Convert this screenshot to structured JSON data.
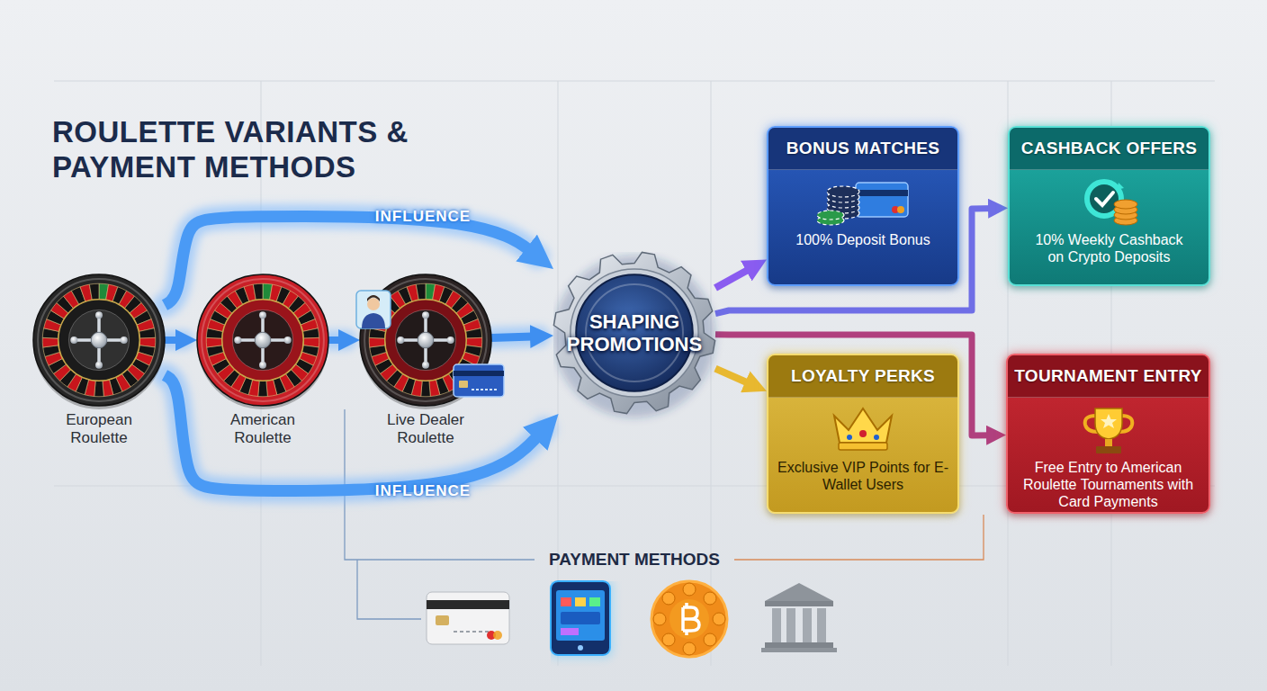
{
  "diagram": {
    "title": "ROULETTE VARIANTS & PAYMENT METHODS",
    "nodes": [
      {
        "text": [
          "European Roulette"
        ]
      },
      {
        "text": [
          "American Roulette"
        ]
      },
      {
        "text": [
          "Live Dealer Roulette"
        ]
      },
      {
        "text": [
          "SHAPING PROMOTIONS"
        ]
      },
      {
        "text": [
          "BONUS MATCHES",
          "100% Deposit Bonus"
        ]
      },
      {
        "text": [
          "CASHBACK OFFERS",
          "10% Weekly Cashback on Crypto Deposits"
        ]
      },
      {
        "text": [
          "LOYALTY PERKS",
          "Exclusive VIP Points for E-Wallet Users"
        ]
      },
      {
        "text": [
          "TOURNAMENT ENTRY",
          "Free Entry to American Roulette Tournaments with Card Payments"
        ]
      }
    ],
    "edges": [
      {
        "from": 0,
        "to": 1,
        "arrow": "to"
      },
      {
        "from": 1,
        "to": 2,
        "arrow": "to"
      },
      {
        "from": 2,
        "to": 3,
        "arrow": "to"
      },
      {
        "from": 0,
        "to": 3,
        "label": "INFLUENCE",
        "arrow": "to"
      },
      {
        "from": 0,
        "to": 3,
        "label": "INFLUENCE",
        "arrow": "to"
      },
      {
        "from": 3,
        "to": 4,
        "arrow": "to"
      },
      {
        "from": 3,
        "to": 5,
        "arrow": "to"
      },
      {
        "from": 3,
        "to": 6,
        "arrow": "to"
      },
      {
        "from": 3,
        "to": 7,
        "arrow": "to"
      }
    ],
    "labels": [
      "PAYMENT METHODS"
    ]
  }
}
